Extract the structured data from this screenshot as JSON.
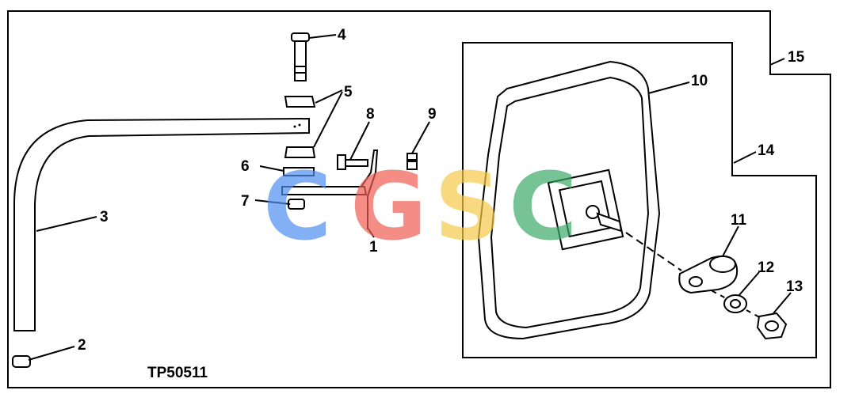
{
  "figure_ref": "TP50511",
  "callouts": [
    "1",
    "2",
    "3",
    "4",
    "5",
    "6",
    "7",
    "8",
    "9",
    "10",
    "11",
    "12",
    "13",
    "14",
    "15"
  ],
  "watermark": {
    "letters": [
      "C",
      "G",
      "S",
      "C"
    ],
    "colors": [
      "#4f8ff0",
      "#ef5d54",
      "#f7c94a",
      "#3daa6a"
    ]
  }
}
